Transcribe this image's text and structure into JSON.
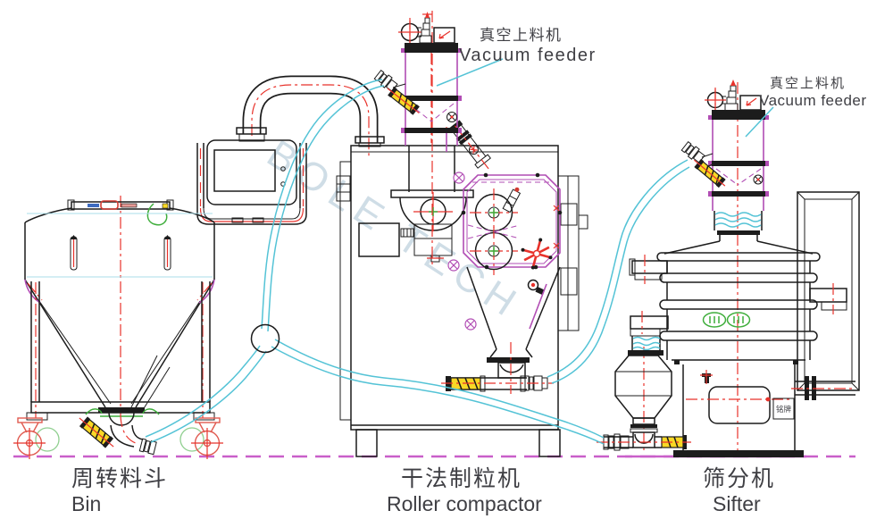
{
  "watermark": "BOLE TECH",
  "annotations": {
    "feeder1": {
      "zh": "真空上料机",
      "en": "Vacuum feeder"
    },
    "feeder2": {
      "zh": "真空上料机",
      "en": "Vacuum feeder"
    }
  },
  "labels": {
    "bin": {
      "zh": "周转料斗",
      "en": "Bin"
    },
    "compactor": {
      "zh": "干法制粒机",
      "en": "Roller compactor"
    },
    "sifter": {
      "zh": "筛分机",
      "en": "Sifter"
    }
  },
  "nameplate": "铭牌",
  "colors": {
    "outline": "#1c1c1c",
    "centerline_red": "#e8322b",
    "equipment_magenta": "#b14db4",
    "hose_cyan": "#54c3d6",
    "valve_yellow": "#f8d826",
    "fitting_green": "#3fae3c",
    "ground_magenta": "#c95fc9",
    "label_gray": "#3f3f44",
    "watermark_blue": "#a9c3d2"
  }
}
